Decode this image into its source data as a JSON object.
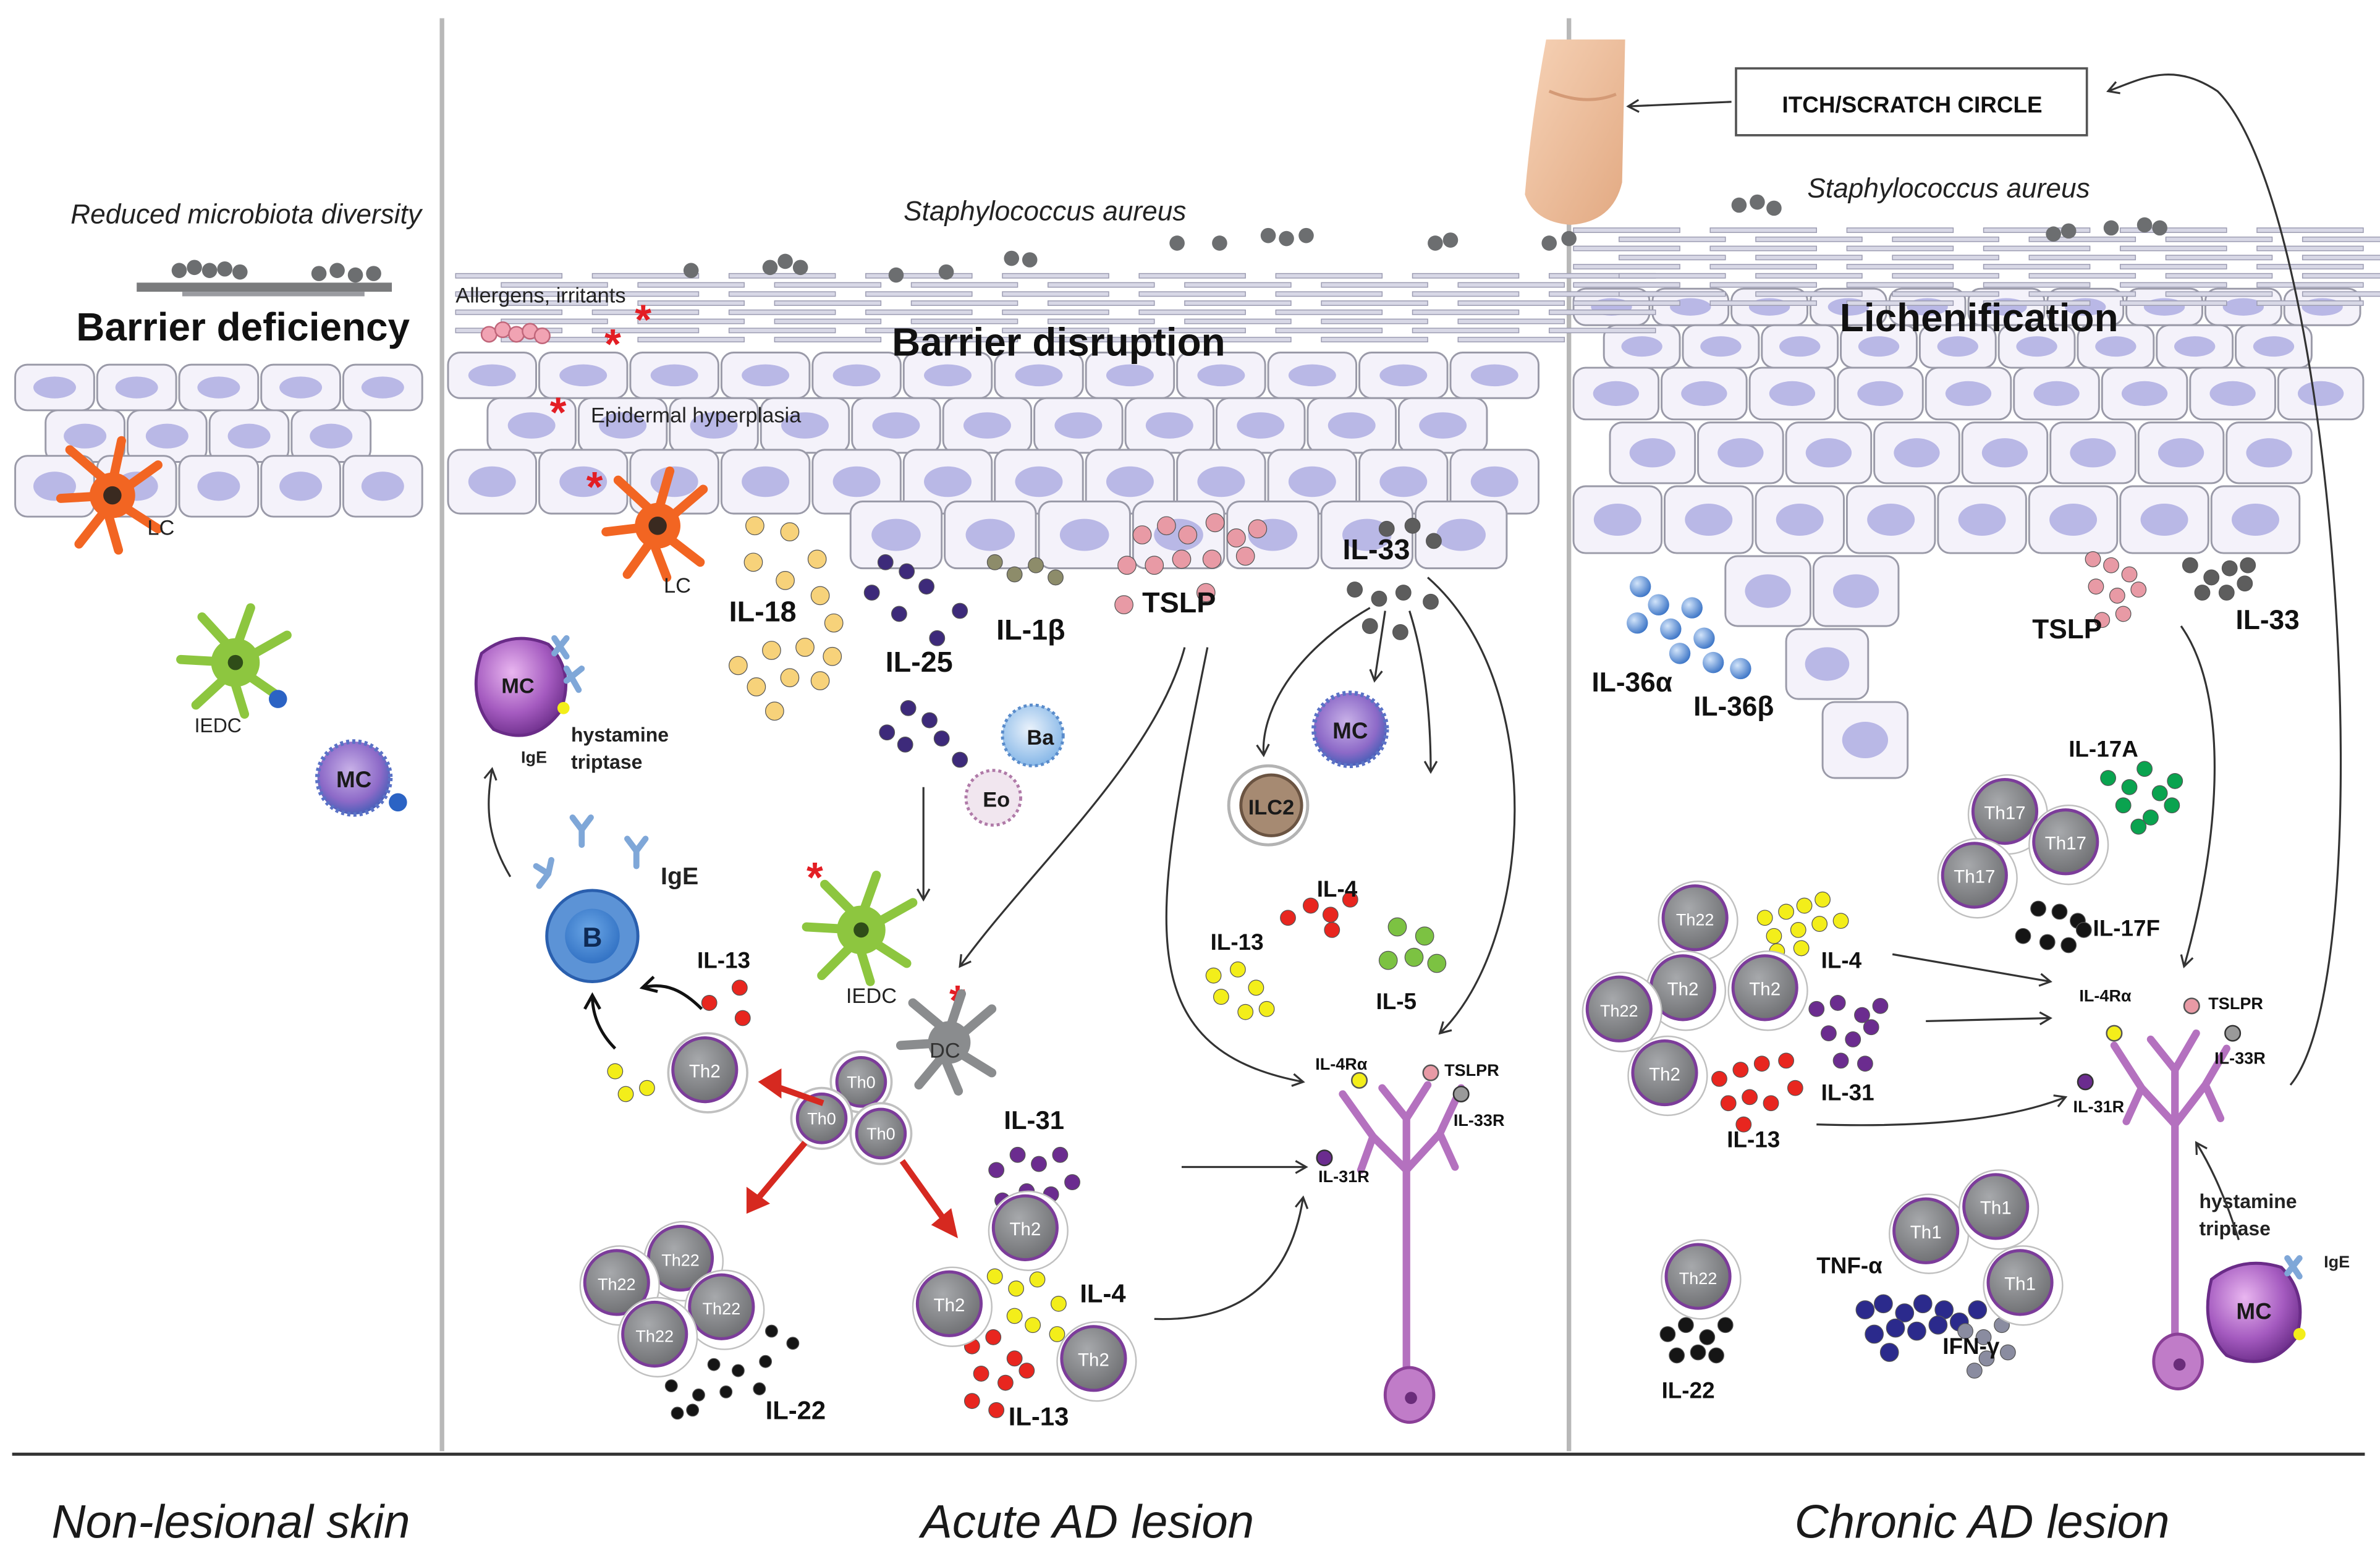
{
  "panels": {
    "left": {
      "caption": "Non-lesional skin",
      "heading": "Barrier deficiency",
      "microbiota": "Reduced microbiota diversity",
      "lc": "LC",
      "iedc": "IEDC",
      "mc": "MC"
    },
    "middle": {
      "caption": "Acute AD lesion",
      "heading": "Barrier disruption",
      "staph": "Staphylococcus aureus",
      "allergens": "Allergens, irritants",
      "hyperplasia": "Epidermal hyperplasia",
      "lc": "LC",
      "mc": "MC",
      "ige_small": "IgE",
      "hystamine": "hystamine",
      "triptase": "triptase",
      "b": "B",
      "ige": "IgE",
      "il18": "IL-18",
      "il25": "IL-25",
      "il1b": "IL-1β",
      "tslp": "TSLP",
      "il33": "IL-33",
      "ba": "Ba",
      "eo": "Eo",
      "mc2": "MC",
      "ilc2": "ILC2",
      "iedc": "IEDC",
      "dc": "DC",
      "il13_left": "IL-13",
      "th2_left": "Th2",
      "th0": "Th0",
      "il4": "IL-4",
      "il13_mid": "IL-13",
      "il5": "IL-5",
      "il31": "IL-31",
      "th2": "Th2",
      "il4_bottom": "IL-4",
      "il13_bottom": "IL-13",
      "th22": "Th22",
      "il22": "IL-22",
      "il4ra": "IL-4Rα",
      "tslpr": "TSLPR",
      "il33r": "IL-33R",
      "il31r": "IL-31R"
    },
    "right": {
      "caption": "Chronic AD lesion",
      "heading": "Lichenification",
      "staph": "Staphylococcus aureus",
      "itch": "ITCH/SCRATCH CIRCLE",
      "il36a": "IL-36α",
      "il36b": "IL-36β",
      "tslp": "TSLP",
      "il33": "IL-33",
      "il17a": "IL-17A",
      "il17f": "IL-17F",
      "th17": "Th17",
      "th22": "Th22",
      "th2": "Th2",
      "il4": "IL-4",
      "il31": "IL-31",
      "il13": "IL-13",
      "il4ra": "IL-4Rα",
      "tslpr": "TSLPR",
      "il33r": "IL-33R",
      "il31r": "IL-31R",
      "hystamine": "hystamine",
      "triptase": "triptase",
      "ige": "IgE",
      "mc": "MC",
      "th1": "Th1",
      "tnfa": "TNF-α",
      "ifng": "IFN-γ",
      "il22": "IL-22"
    }
  },
  "colors": {
    "keratinocyte_fill": "#f4f2fa",
    "nucleus": "#b9b8e6",
    "lc_orange": "#f26522",
    "iedc_green": "#8dc63f",
    "dc_grey": "#8a8c8e",
    "mc_purple": "#9b59b6",
    "th_grey": "#808285",
    "il18": "#f7d27a",
    "il25": "#3d2a7a",
    "il1b": "#8d8c6a",
    "tslp": "#e89aa5",
    "il33": "#5d5d5d",
    "il4_red": "#e8261f",
    "il13_yellow": "#f3ee1a",
    "il5_green": "#7cc242",
    "il31_purple": "#6b2c8f",
    "il22_black": "#151515",
    "il17_green": "#0aa34f",
    "tnf_navy": "#2b2a8c",
    "ifn_grey": "#8a8ca0",
    "il36_blue": "#4f86d0",
    "neuron": "#c07cc8",
    "arrow_red": "#d62920",
    "star_red": "#e31e24",
    "bacteria": "#6c6e70"
  }
}
